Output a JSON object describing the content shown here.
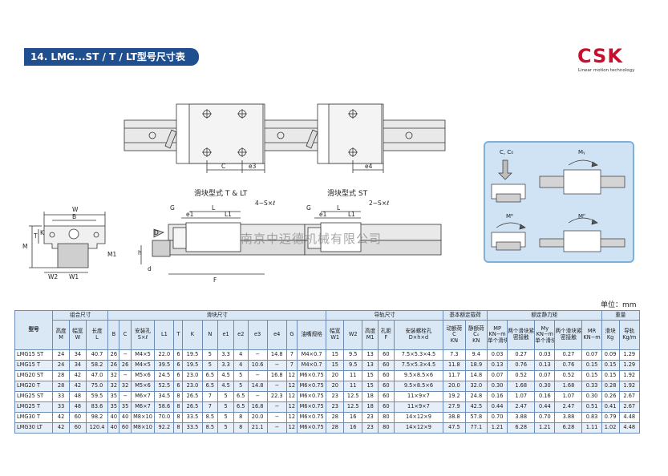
{
  "header": {
    "title": "14. LMG...ST / T / LT型号尺寸表",
    "logo_text": "CSK",
    "logo_sub": "Linear motion technology"
  },
  "drawing": {
    "caption_t_lt": "滑块型式 T & LT",
    "caption_st": "滑块型式 ST",
    "dims_top": [
      "C",
      "e3",
      "e4"
    ],
    "dims_front": [
      "W",
      "B",
      "T",
      "K",
      "M",
      "W2",
      "W1",
      "h",
      "M1",
      "d",
      "D"
    ],
    "dims_side_t": [
      "G",
      "e1",
      "L",
      "L1",
      "4−S×ℓ",
      "F"
    ],
    "dims_side_st": [
      "G",
      "e1",
      "L",
      "L1",
      "2−S×ℓ"
    ],
    "watermark": "南京中迈德机械有限公司"
  },
  "load_diagram": {
    "labels": [
      "C, C₀",
      "Mᵧ",
      "Mᴿ",
      "Mᴾ"
    ]
  },
  "table": {
    "unit": "单位：mm",
    "groups": {
      "model": "型号",
      "assembly": "组合尺寸",
      "block": "滑块尺寸",
      "rail": "导轨尺寸",
      "basic_load": "基本额定载荷",
      "static_moment": "额定静力矩",
      "weight": "重量"
    },
    "col_names": {
      "H": "高度",
      "W": "幅宽",
      "L": "长度",
      "mount": "安装孔",
      "nozzle": "油嘴规格",
      "W1r": "幅宽",
      "M1r": "高度",
      "Fr": "孔距",
      "bolt": "安装螺栓孔",
      "C": "动额荷",
      "C0": "静额荷",
      "single1": "单个滑块",
      "double1": "两个滑块紧密接触",
      "single2": "单个滑块",
      "double2": "两个滑块紧密接触",
      "block_w": "滑块",
      "rail_w": "导轨"
    },
    "col_syms": [
      "M",
      "W",
      "L",
      "B",
      "C",
      "S×ℓ",
      "L1",
      "T",
      "K",
      "N",
      "e1",
      "e2",
      "e3",
      "e4",
      "G",
      "W1",
      "W2",
      "M1",
      "F",
      "D×h×d",
      "C",
      "C₀",
      "MR",
      "Kg",
      "Kg/m"
    ],
    "moment_units": {
      "mp": "MP",
      "mp_unit": "KN−m",
      "my": "My",
      "my_unit": "KN−m",
      "mr": "MR",
      "mr_unit": "KN−m"
    },
    "load_units": {
      "c": "KN",
      "c0": "KN"
    },
    "rows": [
      [
        "LMG15 ST",
        "24",
        "34",
        "40.7",
        "26",
        "−",
        "M4×5",
        "22.0",
        "6",
        "19.5",
        "5",
        "3.3",
        "4",
        "−",
        "14.8",
        "7",
        "M4×0.7",
        "15",
        "9.5",
        "13",
        "60",
        "7.5×5.3×4.5",
        "7.3",
        "9.4",
        "0.03",
        "0.27",
        "0.03",
        "0.27",
        "0.07",
        "0.09",
        "1.29"
      ],
      [
        "LMG15 T",
        "24",
        "34",
        "58.2",
        "26",
        "26",
        "M4×5",
        "39.5",
        "6",
        "19.5",
        "5",
        "3.3",
        "4",
        "10.6",
        "−",
        "7",
        "M4×0.7",
        "15",
        "9.5",
        "13",
        "60",
        "7.5×5.3×4.5",
        "11.8",
        "18.9",
        "0.13",
        "0.76",
        "0.13",
        "0.76",
        "0.15",
        "0.15",
        "1.29"
      ],
      [
        "LMG20 ST",
        "28",
        "42",
        "47.0",
        "32",
        "−",
        "M5×6",
        "24.5",
        "6",
        "23.0",
        "6.5",
        "4.5",
        "5",
        "−",
        "16.8",
        "12",
        "M6×0.75",
        "20",
        "11",
        "15",
        "60",
        "9.5×8.5×6",
        "11.7",
        "14.8",
        "0.07",
        "0.52",
        "0.07",
        "0.52",
        "0.15",
        "0.15",
        "1.92"
      ],
      [
        "LMG20 T",
        "28",
        "42",
        "75.0",
        "32",
        "32",
        "M5×6",
        "52.5",
        "6",
        "23.0",
        "6.5",
        "4.5",
        "5",
        "14.8",
        "−",
        "12",
        "M6×0.75",
        "20",
        "11",
        "15",
        "60",
        "9.5×8.5×6",
        "20.0",
        "32.0",
        "0.30",
        "1.68",
        "0.30",
        "1.68",
        "0.33",
        "0.28",
        "1.92"
      ],
      [
        "LMG25 ST",
        "33",
        "48",
        "59.5",
        "35",
        "−",
        "M6×7",
        "34.5",
        "8",
        "26.5",
        "7",
        "5",
        "6.5",
        "−",
        "22.3",
        "12",
        "M6×0.75",
        "23",
        "12.5",
        "18",
        "60",
        "11×9×7",
        "19.2",
        "24.8",
        "0.16",
        "1.07",
        "0.16",
        "1.07",
        "0.30",
        "0.26",
        "2.67"
      ],
      [
        "LMG25 T",
        "33",
        "48",
        "83.6",
        "35",
        "35",
        "M6×7",
        "58.6",
        "8",
        "26.5",
        "7",
        "5",
        "6.5",
        "16.8",
        "−",
        "12",
        "M6×0.75",
        "23",
        "12.5",
        "18",
        "60",
        "11×9×7",
        "27.9",
        "42.5",
        "0.44",
        "2.47",
        "0.44",
        "2.47",
        "0.51",
        "0.41",
        "2.67"
      ],
      [
        "LMG30 T",
        "42",
        "60",
        "98.2",
        "40",
        "40",
        "M8×10",
        "70.0",
        "8",
        "33.5",
        "8.5",
        "5",
        "8",
        "20.0",
        "−",
        "12",
        "M6×0.75",
        "28",
        "16",
        "23",
        "80",
        "14×12×9",
        "38.8",
        "57.8",
        "0.70",
        "3.88",
        "0.70",
        "3.88",
        "0.83",
        "0.79",
        "4.48"
      ],
      [
        "LMG30 LT",
        "42",
        "60",
        "120.4",
        "40",
        "60",
        "M8×10",
        "92.2",
        "8",
        "33.5",
        "8.5",
        "5",
        "8",
        "21.1",
        "−",
        "12",
        "M6×0.75",
        "28",
        "16",
        "23",
        "80",
        "14×12×9",
        "47.5",
        "77.1",
        "1.21",
        "6.28",
        "1.21",
        "6.28",
        "1.11",
        "1.02",
        "4.48"
      ]
    ]
  },
  "colors": {
    "title_bg": "#1f4f8f",
    "logo_red": "#c8102e",
    "table_header": "#dae8f6",
    "table_border": "#6b8cb5",
    "panel_bg": "#cfe3f4"
  }
}
